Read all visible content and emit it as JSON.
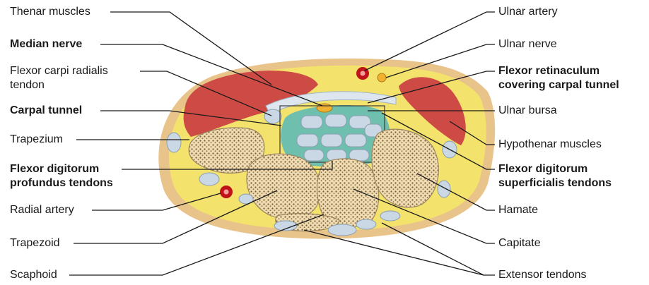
{
  "labels_left": [
    {
      "id": "thenar",
      "text": "Thenar muscles",
      "bold": false
    },
    {
      "id": "median",
      "text": "Median nerve",
      "bold": true
    },
    {
      "id": "fcr1",
      "text": "Flexor carpi radialis",
      "bold": false
    },
    {
      "id": "fcr2",
      "text": "tendon",
      "bold": false
    },
    {
      "id": "carpal",
      "text": "Carpal tunnel",
      "bold": true
    },
    {
      "id": "trapezium",
      "text": "Trapezium",
      "bold": false
    },
    {
      "id": "fdp1",
      "text": "Flexor digitorum",
      "bold": true
    },
    {
      "id": "fdp2",
      "text": "profundus tendons",
      "bold": true
    },
    {
      "id": "radial",
      "text": "Radial artery",
      "bold": false
    },
    {
      "id": "trapezoid",
      "text": "Trapezoid",
      "bold": false
    },
    {
      "id": "scaphoid",
      "text": "Scaphoid",
      "bold": false
    }
  ],
  "labels_right": [
    {
      "id": "ulnar_artery",
      "text": "Ulnar artery",
      "bold": false
    },
    {
      "id": "ulnar_nerve",
      "text": "Ulnar nerve",
      "bold": false
    },
    {
      "id": "fr1",
      "text": "Flexor retinaculum",
      "bold": true
    },
    {
      "id": "fr2",
      "text": "covering carpal tunnel",
      "bold": true
    },
    {
      "id": "bursa",
      "text": "Ulnar bursa",
      "bold": false
    },
    {
      "id": "hypothenar",
      "text": "Hypothenar muscles",
      "bold": false
    },
    {
      "id": "fds1",
      "text": "Flexor digitorum",
      "bold": true
    },
    {
      "id": "fds2",
      "text": "superficialis tendons",
      "bold": true
    },
    {
      "id": "hamate",
      "text": "Hamate",
      "bold": false
    },
    {
      "id": "capitate",
      "text": "Capitate",
      "bold": false
    },
    {
      "id": "extensor",
      "text": "Extensor tendons",
      "bold": false
    }
  ],
  "colors": {
    "skin": "#e9c48a",
    "fat": "#f3e36c",
    "muscle": "#cd4a45",
    "bone": "#eedcb0",
    "bone_dots": "#7a5a3a",
    "tendon": "#c9d8e4",
    "bursa": "#6fbfae",
    "artery": "#c0141a",
    "nerve": "#f0b030"
  }
}
